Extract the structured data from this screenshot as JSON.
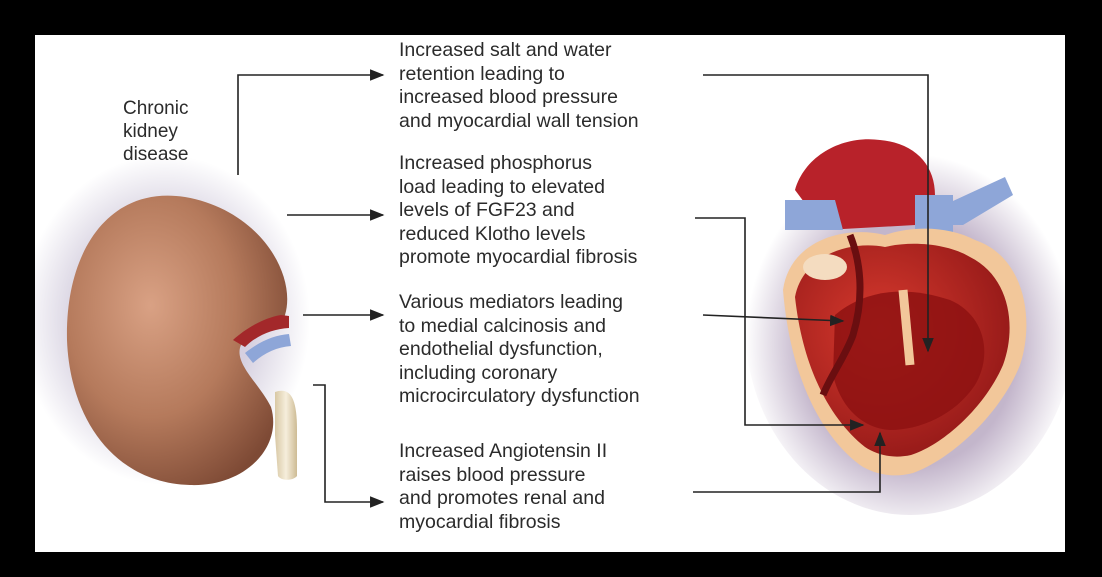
{
  "disease_label": "Chronic\nkidney\ndisease",
  "effects": [
    {
      "text": "Increased salt and water\nretention leading to\nincreased blood pressure\nand myocardial wall tension"
    },
    {
      "text": "Increased phosphorus\nload leading to elevated\nlevels of FGF23 and\nreduced Klotho levels\npromote myocardial fibrosis"
    },
    {
      "text": "Various mediators leading\nto medial calcinosis and\nendothelial dysfunction,\nincluding coronary\nmicrocirculatory dysfunction"
    },
    {
      "text": "Increased Angiotensin II\nraises blood pressure\nand promotes renal and\nmyocardial fibrosis"
    }
  ],
  "colors": {
    "kidney": "#b57a5c",
    "artery": "#a3282a",
    "vein": "#8ea6d8",
    "ureter": "#eee2c8",
    "heart": "#b22222",
    "arrow": "#222222"
  },
  "icons": [
    "kidney-illustration",
    "heart-illustration"
  ]
}
